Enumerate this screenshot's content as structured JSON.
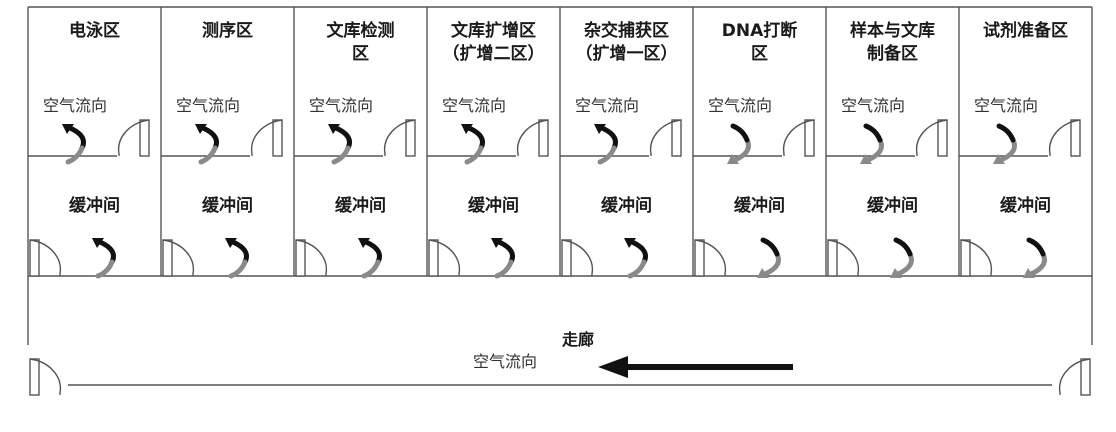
{
  "rooms": [
    {
      "name": "电泳区",
      "air_label": "空气流向",
      "buffer_label": "缓冲间"
    },
    {
      "name": "测序区",
      "air_label": "空气流向",
      "buffer_label": "缓冲间"
    },
    {
      "name": "文库检测\n区",
      "air_label": "空气流向",
      "buffer_label": "缓冲间"
    },
    {
      "name": "文库扩增区\n（扩增二区）",
      "air_label": "空气流向",
      "buffer_label": "缓冲间"
    },
    {
      "name": "杂交捕获区\n（扩增一区）",
      "air_label": "空气流向",
      "buffer_label": "缓冲间"
    },
    {
      "name": "DNA打断\n区",
      "air_label": "空气流向",
      "buffer_label": "缓冲间"
    },
    {
      "name": "样本与文库\n制备区",
      "air_label": "空气流向",
      "buffer_label": "缓冲间"
    },
    {
      "name": "试剂准备区",
      "air_label": "空气流向",
      "buffer_label": "缓冲间"
    }
  ],
  "corridor": {
    "title": "走廊",
    "air_label": "空气流向"
  },
  "colors": {
    "line": "#555555",
    "arrow_dark": "#111111",
    "arrow_gray": "#8a8a8a"
  },
  "icons": {
    "door": "door-swing-icon",
    "airflow": "curved-airflow-arrow-icon",
    "corridor_arrow": "left-arrow-icon"
  }
}
